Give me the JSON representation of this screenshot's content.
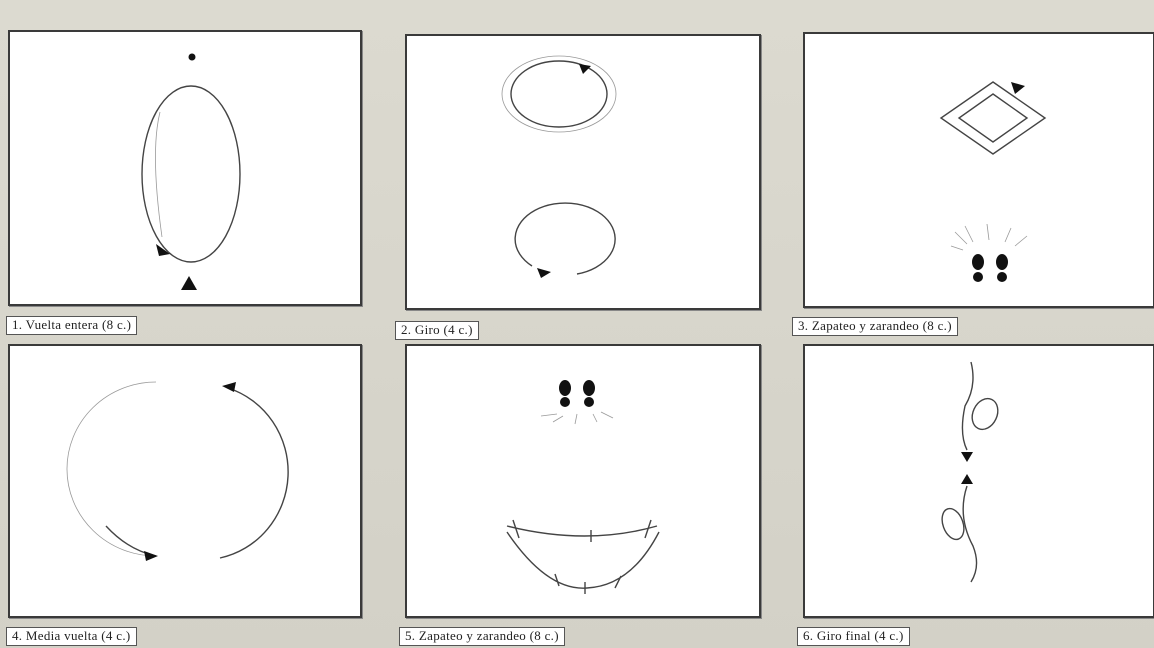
{
  "figures": [
    {
      "id": "1",
      "caption": "1. Vuelta entera (8 c.)"
    },
    {
      "id": "2",
      "caption": "2. Giro (4 c.)"
    },
    {
      "id": "3",
      "caption": "3. Zapateo y zarandeo (8 c.)"
    },
    {
      "id": "4",
      "caption": "4. Media vuelta (4 c.)"
    },
    {
      "id": "5",
      "caption": "5. Zapateo y zarandeo (8 c.)"
    },
    {
      "id": "6",
      "caption": "6. Giro final (4 c.)"
    }
  ]
}
